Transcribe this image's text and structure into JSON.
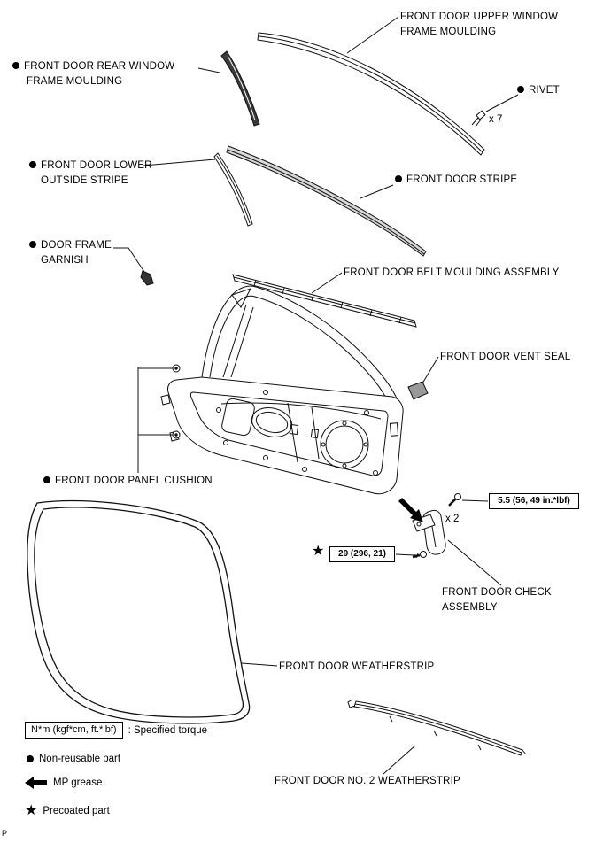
{
  "page": {
    "corner": "P"
  },
  "colors": {
    "ink": "#000000",
    "paper": "#ffffff"
  },
  "icons": {
    "bullet": "●",
    "star": "★",
    "grease_arrow": "left-arrow"
  },
  "labels": {
    "upper_window_1": "FRONT DOOR UPPER WINDOW",
    "upper_window_2": "FRAME MOULDING",
    "rear_window_1": "FRONT DOOR REAR WINDOW",
    "rear_window_2": "FRAME MOULDING",
    "rivet": "RIVET",
    "rivet_qty": "x 7",
    "lower_stripe_1": "FRONT DOOR LOWER",
    "lower_stripe_2": "OUTSIDE STRIPE",
    "door_stripe": "FRONT DOOR STRIPE",
    "garnish_1": "DOOR FRAME",
    "garnish_2": "GARNISH",
    "belt_moulding": "FRONT DOOR BELT MOULDING ASSEMBLY",
    "vent_seal": "FRONT DOOR VENT SEAL",
    "panel_cushion": "FRONT DOOR PANEL CUSHION",
    "check_1": "FRONT DOOR CHECK",
    "check_2": "ASSEMBLY",
    "weatherstrip": "FRONT DOOR WEATHERSTRIP",
    "no2_weatherstrip": "FRONT DOOR NO. 2 WEATHERSTRIP"
  },
  "torques": {
    "check_bolt": "5.5 (56, 49 in.*lbf)",
    "check_qty": "x 2",
    "precoated_bolt": "29 (296, 21)"
  },
  "legend": {
    "torque_box": "N*m (kgf*cm, ft.*lbf)",
    "torque_desc": ": Specified torque",
    "non_reusable": "Non-reusable part",
    "mp_grease": "MP grease",
    "precoated": "Precoated part"
  }
}
